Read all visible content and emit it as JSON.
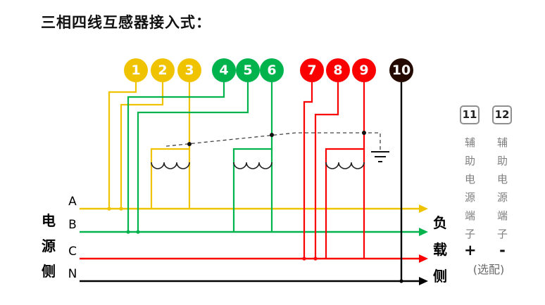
{
  "title": "三相四线互感器接入式：",
  "terminals": [
    {
      "num": "1",
      "color": "#f0c300"
    },
    {
      "num": "2",
      "color": "#f0c300"
    },
    {
      "num": "3",
      "color": "#f0c300"
    },
    {
      "num": "4",
      "color": "#00b34d"
    },
    {
      "num": "5",
      "color": "#00b34d"
    },
    {
      "num": "6",
      "color": "#00b34d"
    },
    {
      "num": "7",
      "color": "#fa0000"
    },
    {
      "num": "8",
      "color": "#fa0000"
    },
    {
      "num": "9",
      "color": "#fa0000"
    },
    {
      "num": "10",
      "color": "#240a00"
    }
  ],
  "aux_terminals": {
    "t11": {
      "num": "11",
      "label": "辅助电源端子",
      "sign": "+"
    },
    "t12": {
      "num": "12",
      "label": "辅助电源端子",
      "sign": "-"
    },
    "optional_note": "(选配)"
  },
  "source_side": {
    "label": "电源侧",
    "lines": [
      "A",
      "B",
      "C",
      "N"
    ]
  },
  "load_side": {
    "label": "负载侧"
  },
  "colors": {
    "phase_a": "#f0c300",
    "phase_b": "#00b34d",
    "phase_c": "#fa0000",
    "neutral": "#000000",
    "terminal_10": "#240a00",
    "earth_dash": "#444444"
  }
}
